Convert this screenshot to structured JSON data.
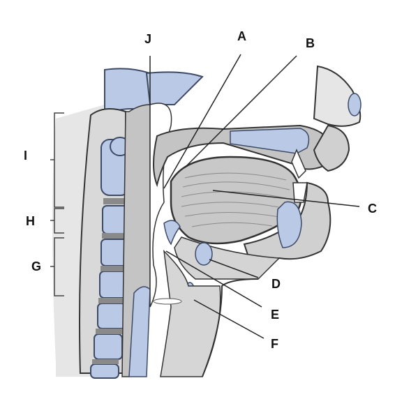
{
  "diagram": {
    "labels": {
      "J": "J",
      "A": "A",
      "B": "B",
      "C": "C",
      "D": "D",
      "E": "E",
      "F": "F",
      "I": "I",
      "H": "H",
      "G": "G"
    },
    "colors": {
      "bone_blue": "#b9c9e6",
      "bone_stroke": "#3d4a66",
      "tissue_gray": "#c4c4c4",
      "tissue_light": "#e2e2e2",
      "outline": "#333333",
      "leader": "#222222"
    }
  }
}
